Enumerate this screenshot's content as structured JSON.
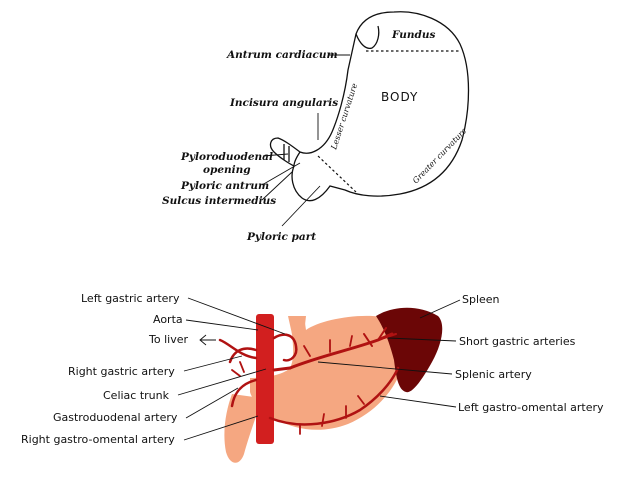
{
  "top_diagram": {
    "labels": {
      "fundus": "Fundus",
      "antrum_cardiacum": "Antrum cardiacum",
      "body": "BODY",
      "incisura_angularis": "Incisura angularis",
      "lesser_curvature": "Lesser curvature",
      "greater_curvature": "Greater curvature",
      "pyloroduodenal_opening_1": "Pyloroduodenal",
      "pyloroduodenal_opening_2": "opening",
      "pyloric_antrum": "Pyloric antrum",
      "sulcus_intermedius": "Sulcus intermedius",
      "pyloric_part": "Pyloric part"
    }
  },
  "bottom_diagram": {
    "labels": {
      "left_gastric_artery": "Left gastric artery",
      "aorta": "Aorta",
      "to_liver": "To liver",
      "right_gastric_artery": "Right gastric artery",
      "celiac_trunk": "Celiac trunk",
      "gastroduodenal_artery": "Gastroduodenal artery",
      "right_gastro_omental_artery": "Right gastro-omental artery",
      "spleen": "Spleen",
      "short_gastric_arteries": "Short gastric arteries",
      "splenic_artery": "Splenic artery",
      "left_gastro_omental_artery": "Left gastro-omental artery"
    },
    "colors": {
      "stomach": "#f5a781",
      "duodenum": "#f5a781",
      "esophagus": "#f5a781",
      "aorta": "#d21f1f",
      "arteries": "#b01212",
      "spleen": "#6b0606"
    }
  }
}
